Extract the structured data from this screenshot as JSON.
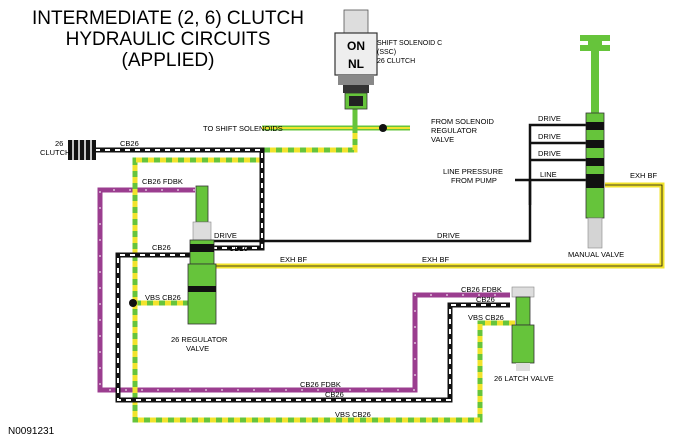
{
  "title_lines": [
    "INTERMEDIATE (2, 6) CLUTCH",
    "HYDRAULIC CIRCUITS",
    "(APPLIED)"
  ],
  "figure_id": "N0091231",
  "solenoid": {
    "state_on": "ON",
    "state_nl": "NL",
    "label_lines": [
      "SHIFT SOLENOID C",
      "(SSC)",
      "26 CLUTCH"
    ]
  },
  "labels": {
    "to_shift_solenoids": "TO SHIFT SOLENOIDS",
    "from_solenoid_reg": [
      "FROM SOLENOID",
      "REGULATOR",
      "VALVE"
    ],
    "clutch_26": [
      "26",
      "CLUTCH"
    ],
    "cb26": "CB26",
    "cb26_fdbk": "CB26 FDBK",
    "drive": "DRIVE",
    "line": "LINE",
    "line_pressure": [
      "LINE PRESSURE",
      "FROM PUMP"
    ],
    "exh_bf": "EXH BF",
    "vbs_cb26": "VBS CB26",
    "manual_valve": "MANUAL VALVE",
    "regulator_valve": [
      "26 REGULATOR",
      "VALVE"
    ],
    "latch_valve": "26 LATCH VALVE"
  },
  "colors": {
    "purple": "#9b3d8f",
    "yellow": "#f2e32c",
    "green": "#66c43b",
    "black": "#111111",
    "gray": "#c8c8c8"
  }
}
